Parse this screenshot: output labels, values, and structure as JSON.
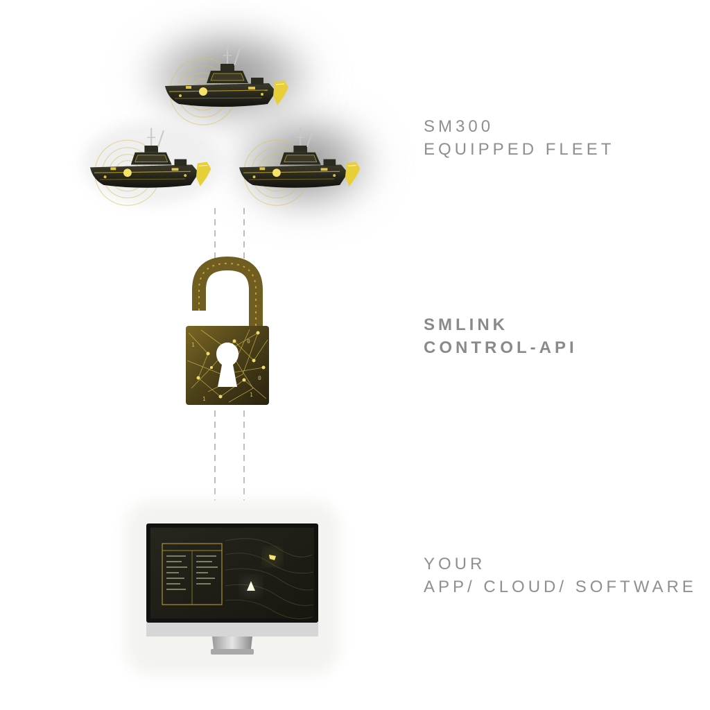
{
  "labels": {
    "fleet": {
      "line1": "SM300",
      "line2": "EQUIPPED FLEET"
    },
    "api": {
      "line1": "SMLINK",
      "line2": "CONTROL-API"
    },
    "app": {
      "line1": "YOUR",
      "line2": "APP/ CLOUD/ SOFTWARE"
    }
  },
  "icons": {
    "boats": [
      "boat-icon",
      "boat-icon",
      "boat-icon"
    ],
    "lock": "open-padlock-icon",
    "computer": "desktop-monitor-icon"
  },
  "colors": {
    "label": "#8f8f8f",
    "gold": "#c9a82a",
    "gold_bright": "#f4e26a",
    "dark": "#1a1a14",
    "connector": "#bdbdbd",
    "glow": "#a9a9a9"
  }
}
